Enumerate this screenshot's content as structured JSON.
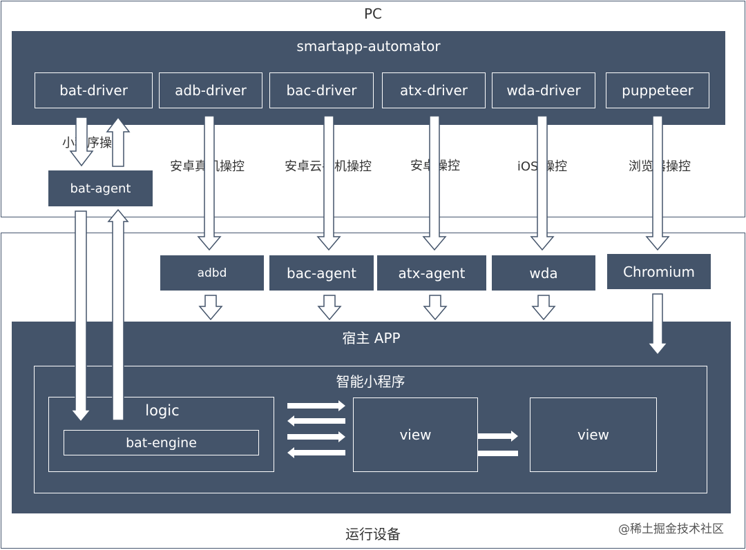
{
  "pc": {
    "title": "PC"
  },
  "device": {
    "title": "运行设备"
  },
  "automator": {
    "title": "smartapp-automator",
    "drivers": [
      "bat-driver",
      "adb-driver",
      "bac-driver",
      "atx-driver",
      "wda-driver",
      "puppeteer"
    ]
  },
  "control_labels": [
    "小程序操控",
    "安卓真机操控",
    "安卓云手机操控",
    "安卓操控",
    "iOS 操控",
    "浏览器操控"
  ],
  "bat_agent": "bat-agent",
  "agents": [
    "adbd",
    "bac-agent",
    "atx-agent",
    "wda",
    "Chromium"
  ],
  "host_app": {
    "title": "宿主 APP",
    "smart_program": {
      "title": "智能小程序",
      "logic": "logic",
      "bat_engine": "bat-engine",
      "views": [
        "view",
        "view"
      ]
    }
  },
  "watermark": "@稀土掘金技术社区",
  "colors": {
    "primary": "#44546a",
    "border": "#44546c",
    "text": "#333333"
  }
}
